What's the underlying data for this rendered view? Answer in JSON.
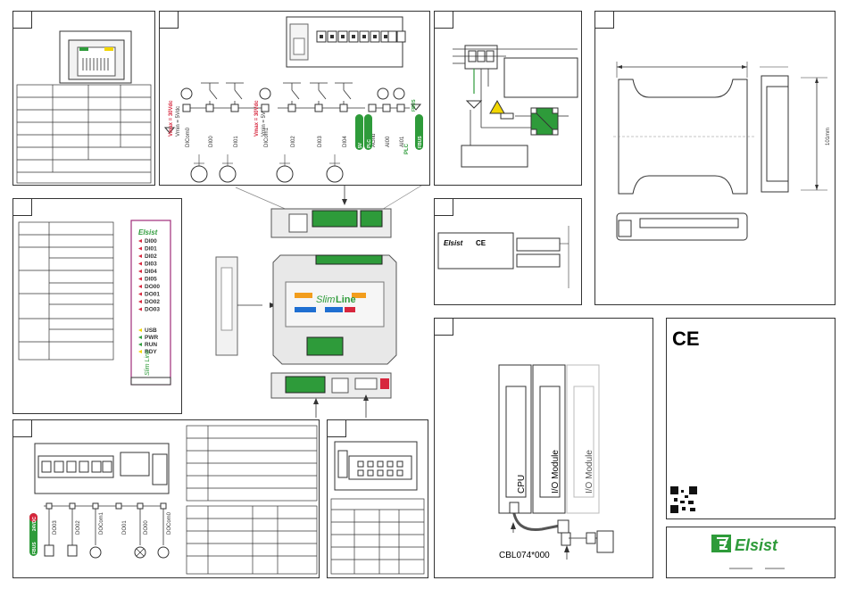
{
  "colors": {
    "green": "#2e9b3a",
    "red": "#d7263d",
    "blue": "#1f6fd1",
    "magenta": "#a02d7a",
    "yellow": "#f2d600",
    "orange": "#f29d1d"
  },
  "panel_ana": {
    "digital_inputs": [
      "DICom0",
      "DI00",
      "DI01",
      "DICom1",
      "DI02",
      "DI03",
      "DI04"
    ],
    "analog_inputs": [
      "AGnd",
      "AI00",
      "AI01"
    ],
    "bus_pins": [
      "5V",
      "PLC",
      "FBUS"
    ],
    "vmax_label": "Vmax = 30Vdc",
    "vmin_label": "Vmin = 5Vdc",
    "vmax_label2": "Vmax = 30Vdc",
    "vmin_label2": "Vmin = 5Vdc",
    "plc_label": "PLC",
    "fbus_label": "FBUS"
  },
  "panel_leds": {
    "logo": "Elsist",
    "outputs": [
      "DI00",
      "DI01",
      "DI02",
      "DI03",
      "DI04",
      "DI05",
      "DO00",
      "DO01",
      "DO02",
      "DO03"
    ],
    "status": [
      "USB",
      "PWR",
      "RUN",
      "RDY"
    ],
    "product": "Slim Line"
  },
  "center": {
    "brand": "Slim",
    "brand2": "Line"
  },
  "panel_rack": {
    "modules": [
      "CPU",
      "I/O Module",
      "I/O Module"
    ],
    "cable": "CBL074*000"
  },
  "panel_dims": {
    "height_label": "101mm"
  },
  "panel_outputs": {
    "labels": [
      "DO03",
      "DO02",
      "DOCom1",
      "DO01",
      "DO00",
      "DOCom0"
    ],
    "bus": [
      "FBUS",
      "24VDC"
    ]
  },
  "ce": {
    "mark": "CE"
  },
  "footer": {
    "brand": "Elsist"
  },
  "certbar": {
    "brand": "Elsist",
    "ce": "CE"
  }
}
